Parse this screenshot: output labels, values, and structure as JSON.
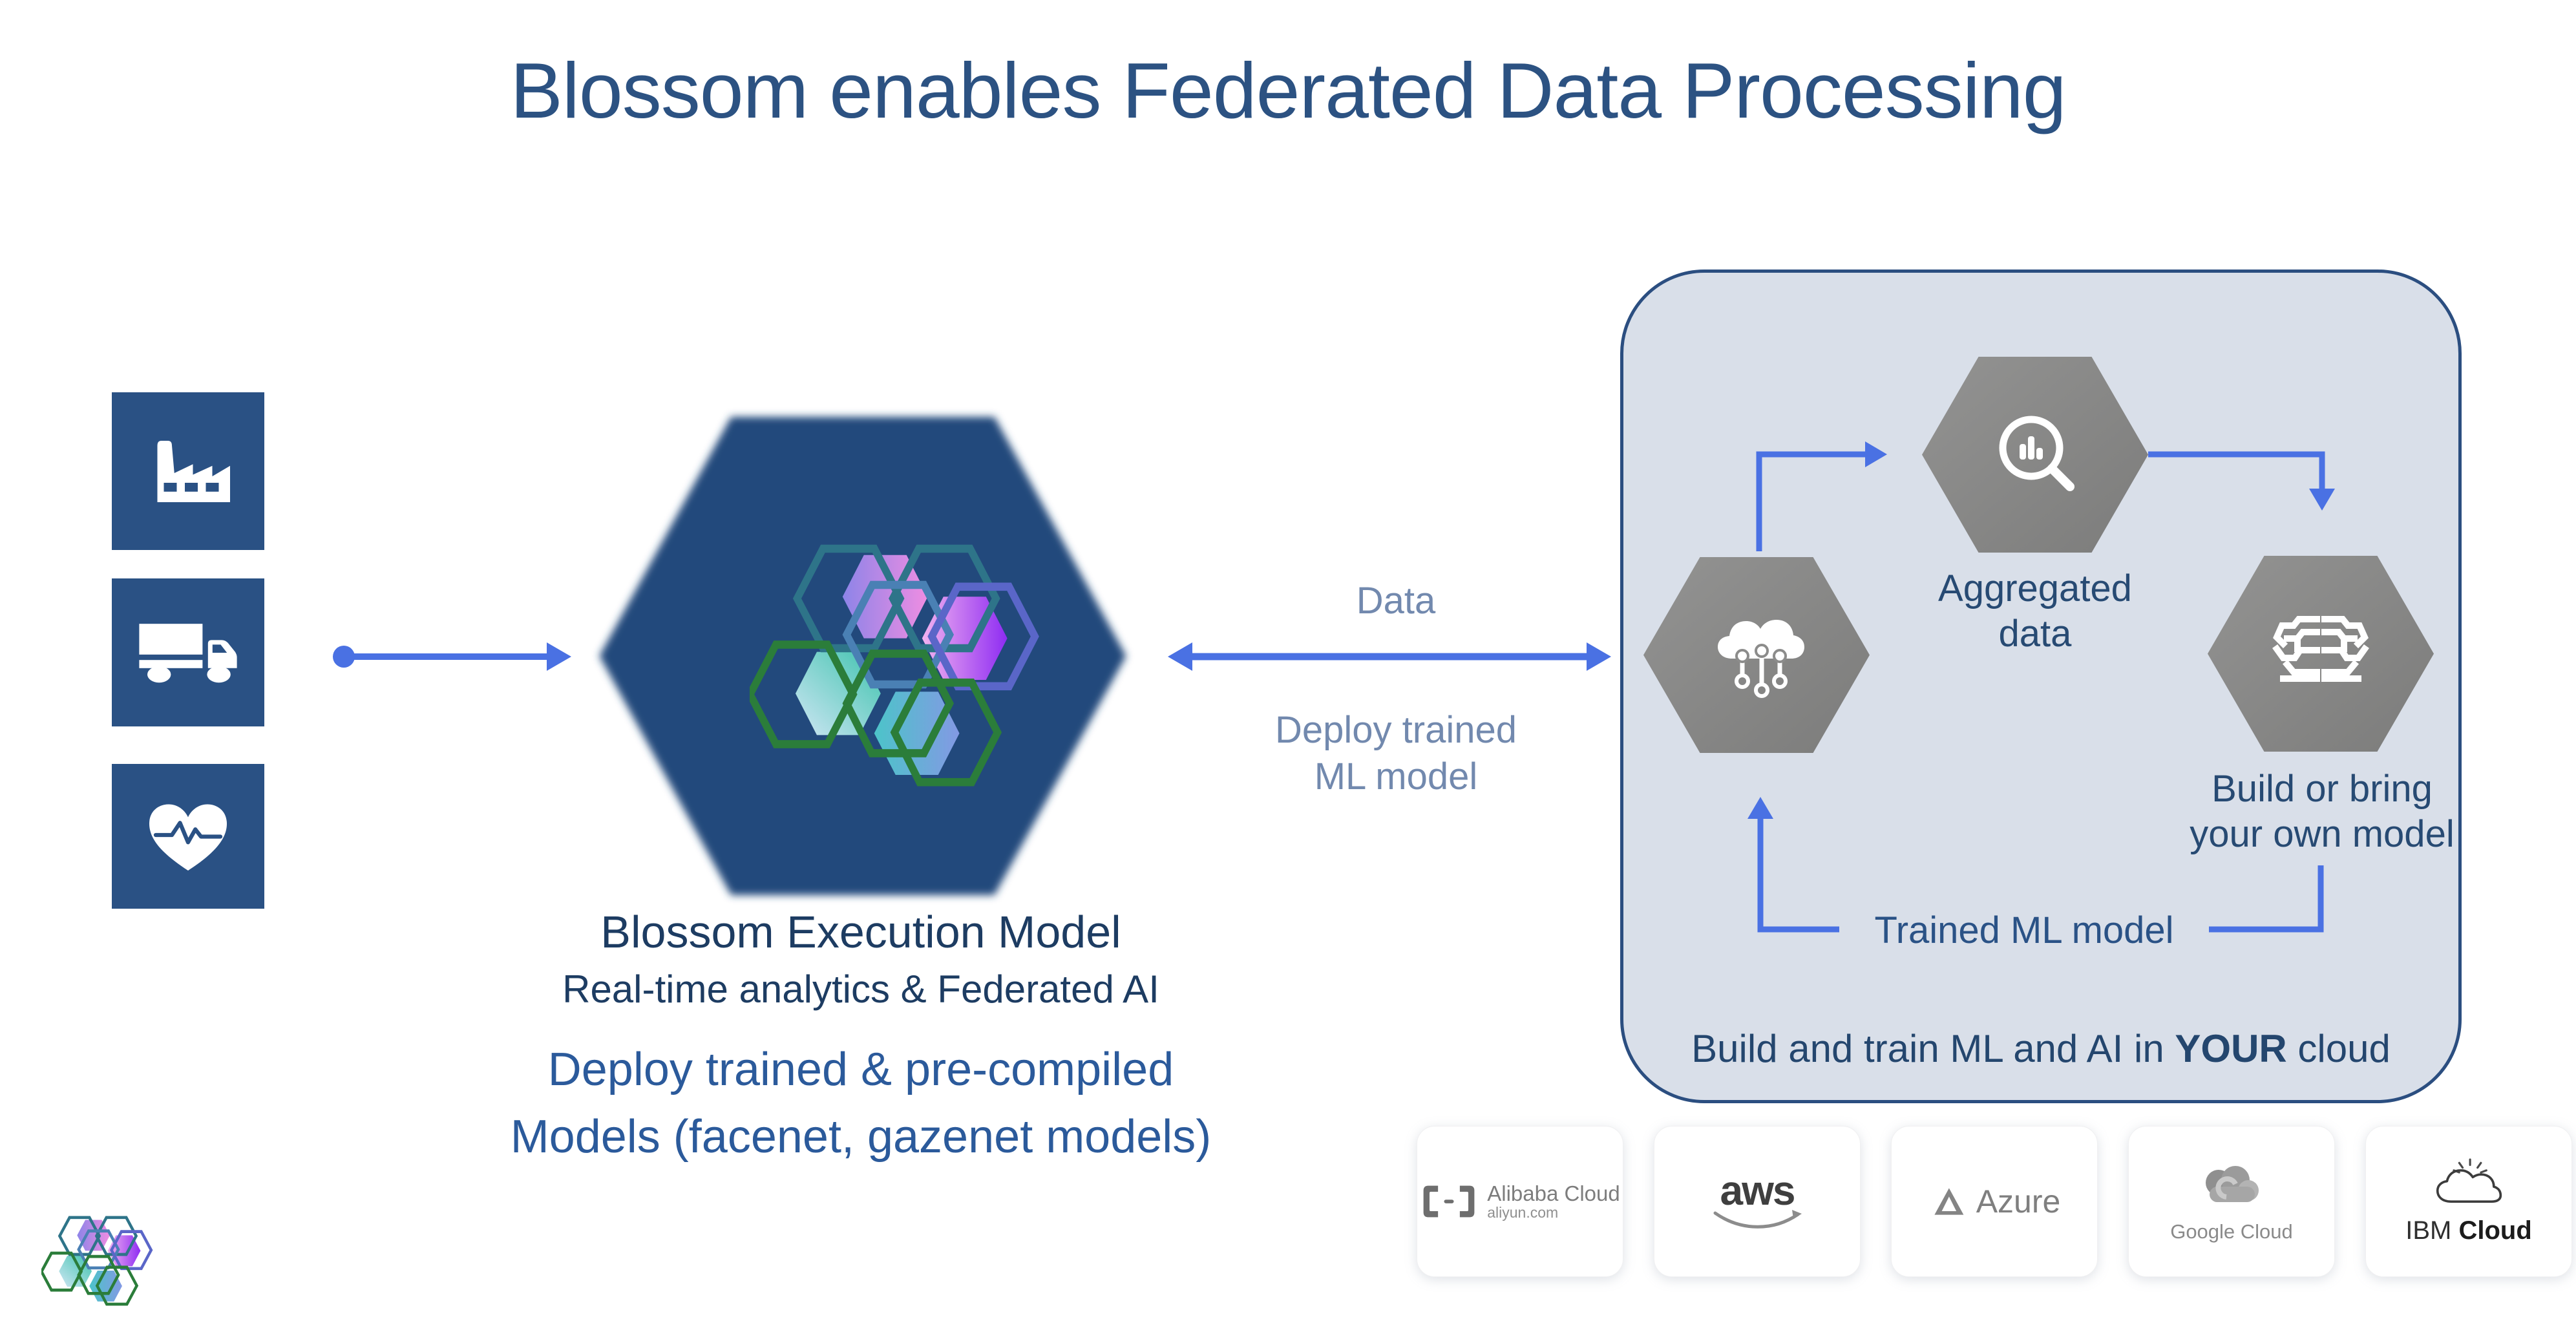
{
  "title": "Blossom enables Federated Data Processing",
  "sources": {
    "factory_icon": "factory-icon",
    "truck_icon": "truck-icon",
    "health_icon": "heart-pulse-icon"
  },
  "execution_model": {
    "heading": "Blossom Execution Model",
    "subheading": "Real-time analytics & Federated AI",
    "deploy_line1": "Deploy trained & pre-compiled",
    "deploy_line2": "Models (facenet, gazenet models)"
  },
  "exchange": {
    "data_label": "Data",
    "deploy_line1": "Deploy trained",
    "deploy_line2": "ML model"
  },
  "cloud_panel": {
    "aggregated_line1": "Aggregated",
    "aggregated_line2": "data",
    "build_bring_line1": "Build or bring",
    "build_bring_line2": "your own model",
    "trained_label": "Trained ML model",
    "bottom_prefix": "Build and train ML and AI in ",
    "bottom_emphasis": "YOUR",
    "bottom_suffix": " cloud"
  },
  "providers": {
    "alibaba": {
      "name": "Alibaba Cloud",
      "sub": "aliyun.com"
    },
    "aws": {
      "name": "aws"
    },
    "azure": {
      "name": "Azure"
    },
    "google": {
      "name": "Google Cloud"
    },
    "ibm": {
      "name_regular": "IBM ",
      "name_bold": "Cloud"
    }
  },
  "colors": {
    "title_navy": "#2c5282",
    "tile_blue": "#2a5184",
    "hexagon_blue": "#23497c",
    "arrow_blue": "#4a71e3",
    "slate_label": "#7289ae",
    "panel_fill": "#d9dfe9",
    "panel_border": "#2b4e80",
    "hexagon_gray": "#8c8c8b",
    "panel_text_navy": "#274a73"
  }
}
